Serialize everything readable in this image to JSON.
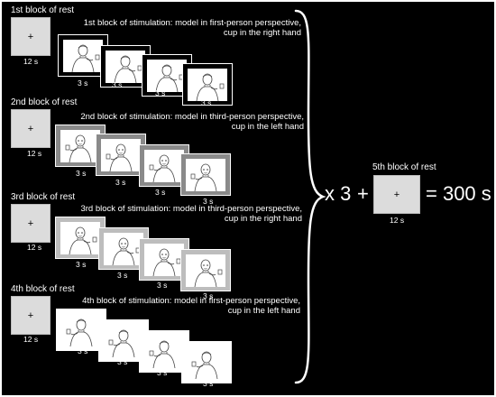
{
  "blocks": [
    {
      "rest_label": "1st block of rest",
      "rest_duration": "12 s",
      "stim_title_line1": "1st block of stimulation: model in first-person perspective,",
      "stim_title_line2": "cup in the right hand",
      "frame_color": "#000000",
      "frames": [
        {
          "duration": "3 s",
          "view": "first-person-right"
        },
        {
          "duration": "3 s",
          "view": "first-person-right"
        },
        {
          "duration": "3 s",
          "view": "first-person-right"
        },
        {
          "duration": "3 s",
          "view": "first-person-right"
        }
      ]
    },
    {
      "rest_label": "2nd block of rest",
      "rest_duration": "12 s",
      "stim_title_line1": "2nd block of stimulation: model in third-person perspective,",
      "stim_title_line2": "cup in the left hand",
      "frame_color": "#8a8a8a",
      "frames": [
        {
          "duration": "3 s",
          "view": "third-person-left"
        },
        {
          "duration": "3 s",
          "view": "third-person-left"
        },
        {
          "duration": "3 s",
          "view": "third-person-left"
        },
        {
          "duration": "3 s",
          "view": "third-person-left"
        }
      ]
    },
    {
      "rest_label": "3rd block of rest",
      "rest_duration": "12 s",
      "stim_title_line1": "3rd block of stimulation: model in third-person perspective,",
      "stim_title_line2": "cup in the right hand",
      "frame_color": "#bdbdbd",
      "frames": [
        {
          "duration": "3 s",
          "view": "third-person-right"
        },
        {
          "duration": "3 s",
          "view": "third-person-right"
        },
        {
          "duration": "3 s",
          "view": "third-person-right"
        },
        {
          "duration": "3 s",
          "view": "third-person-right"
        }
      ]
    },
    {
      "rest_label": "4th block of rest",
      "rest_duration": "12 s",
      "stim_title_line1": "4th block of stimulation: model in first-person perspective,",
      "stim_title_line2": "cup in the left hand",
      "frame_color": "#ffffff",
      "frames": [
        {
          "duration": "3 s",
          "view": "first-person-left"
        },
        {
          "duration": "3 s",
          "view": "first-person-left"
        },
        {
          "duration": "3 s",
          "view": "first-person-left"
        },
        {
          "duration": "3 s",
          "view": "first-person-left"
        }
      ]
    }
  ],
  "rest_symbol": "+",
  "repeat": {
    "multiplier": "x 3",
    "plus": "+",
    "final_rest_label": "5th block of rest",
    "final_rest_duration": "12 s",
    "equals": "= 300 s"
  },
  "colors": {
    "background": "#000000",
    "rest_screen": "#dcdcdc",
    "text": "#ffffff",
    "brace": "#ffffff"
  }
}
